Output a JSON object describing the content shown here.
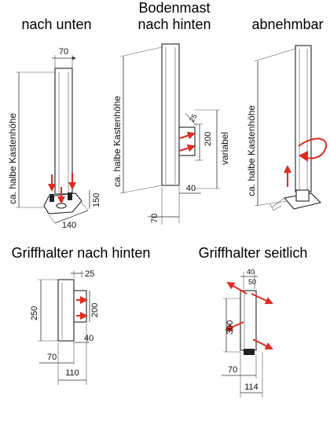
{
  "titles": {
    "nach_unten": "nach unten",
    "bodenmast_1": "Bodenmast",
    "bodenmast_2": "nach hinten",
    "abnehmbar": "abnehmbar",
    "griff_hinten": "Griffhalter nach hinten",
    "griff_seitlich": "Griffhalter seitlich"
  },
  "labels": {
    "kastenhoehe": "ca. halbe Kastenhöhe",
    "variabel": "variabel"
  },
  "dims": {
    "d70": "70",
    "d140": "140",
    "d150": "150",
    "d200": "200",
    "d25": "25",
    "d40": "40",
    "d250": "250",
    "d110": "110",
    "d300": "300",
    "d114": "114",
    "d50": "50"
  },
  "colors": {
    "arrow": "#e22a1f",
    "line": "#333333"
  }
}
